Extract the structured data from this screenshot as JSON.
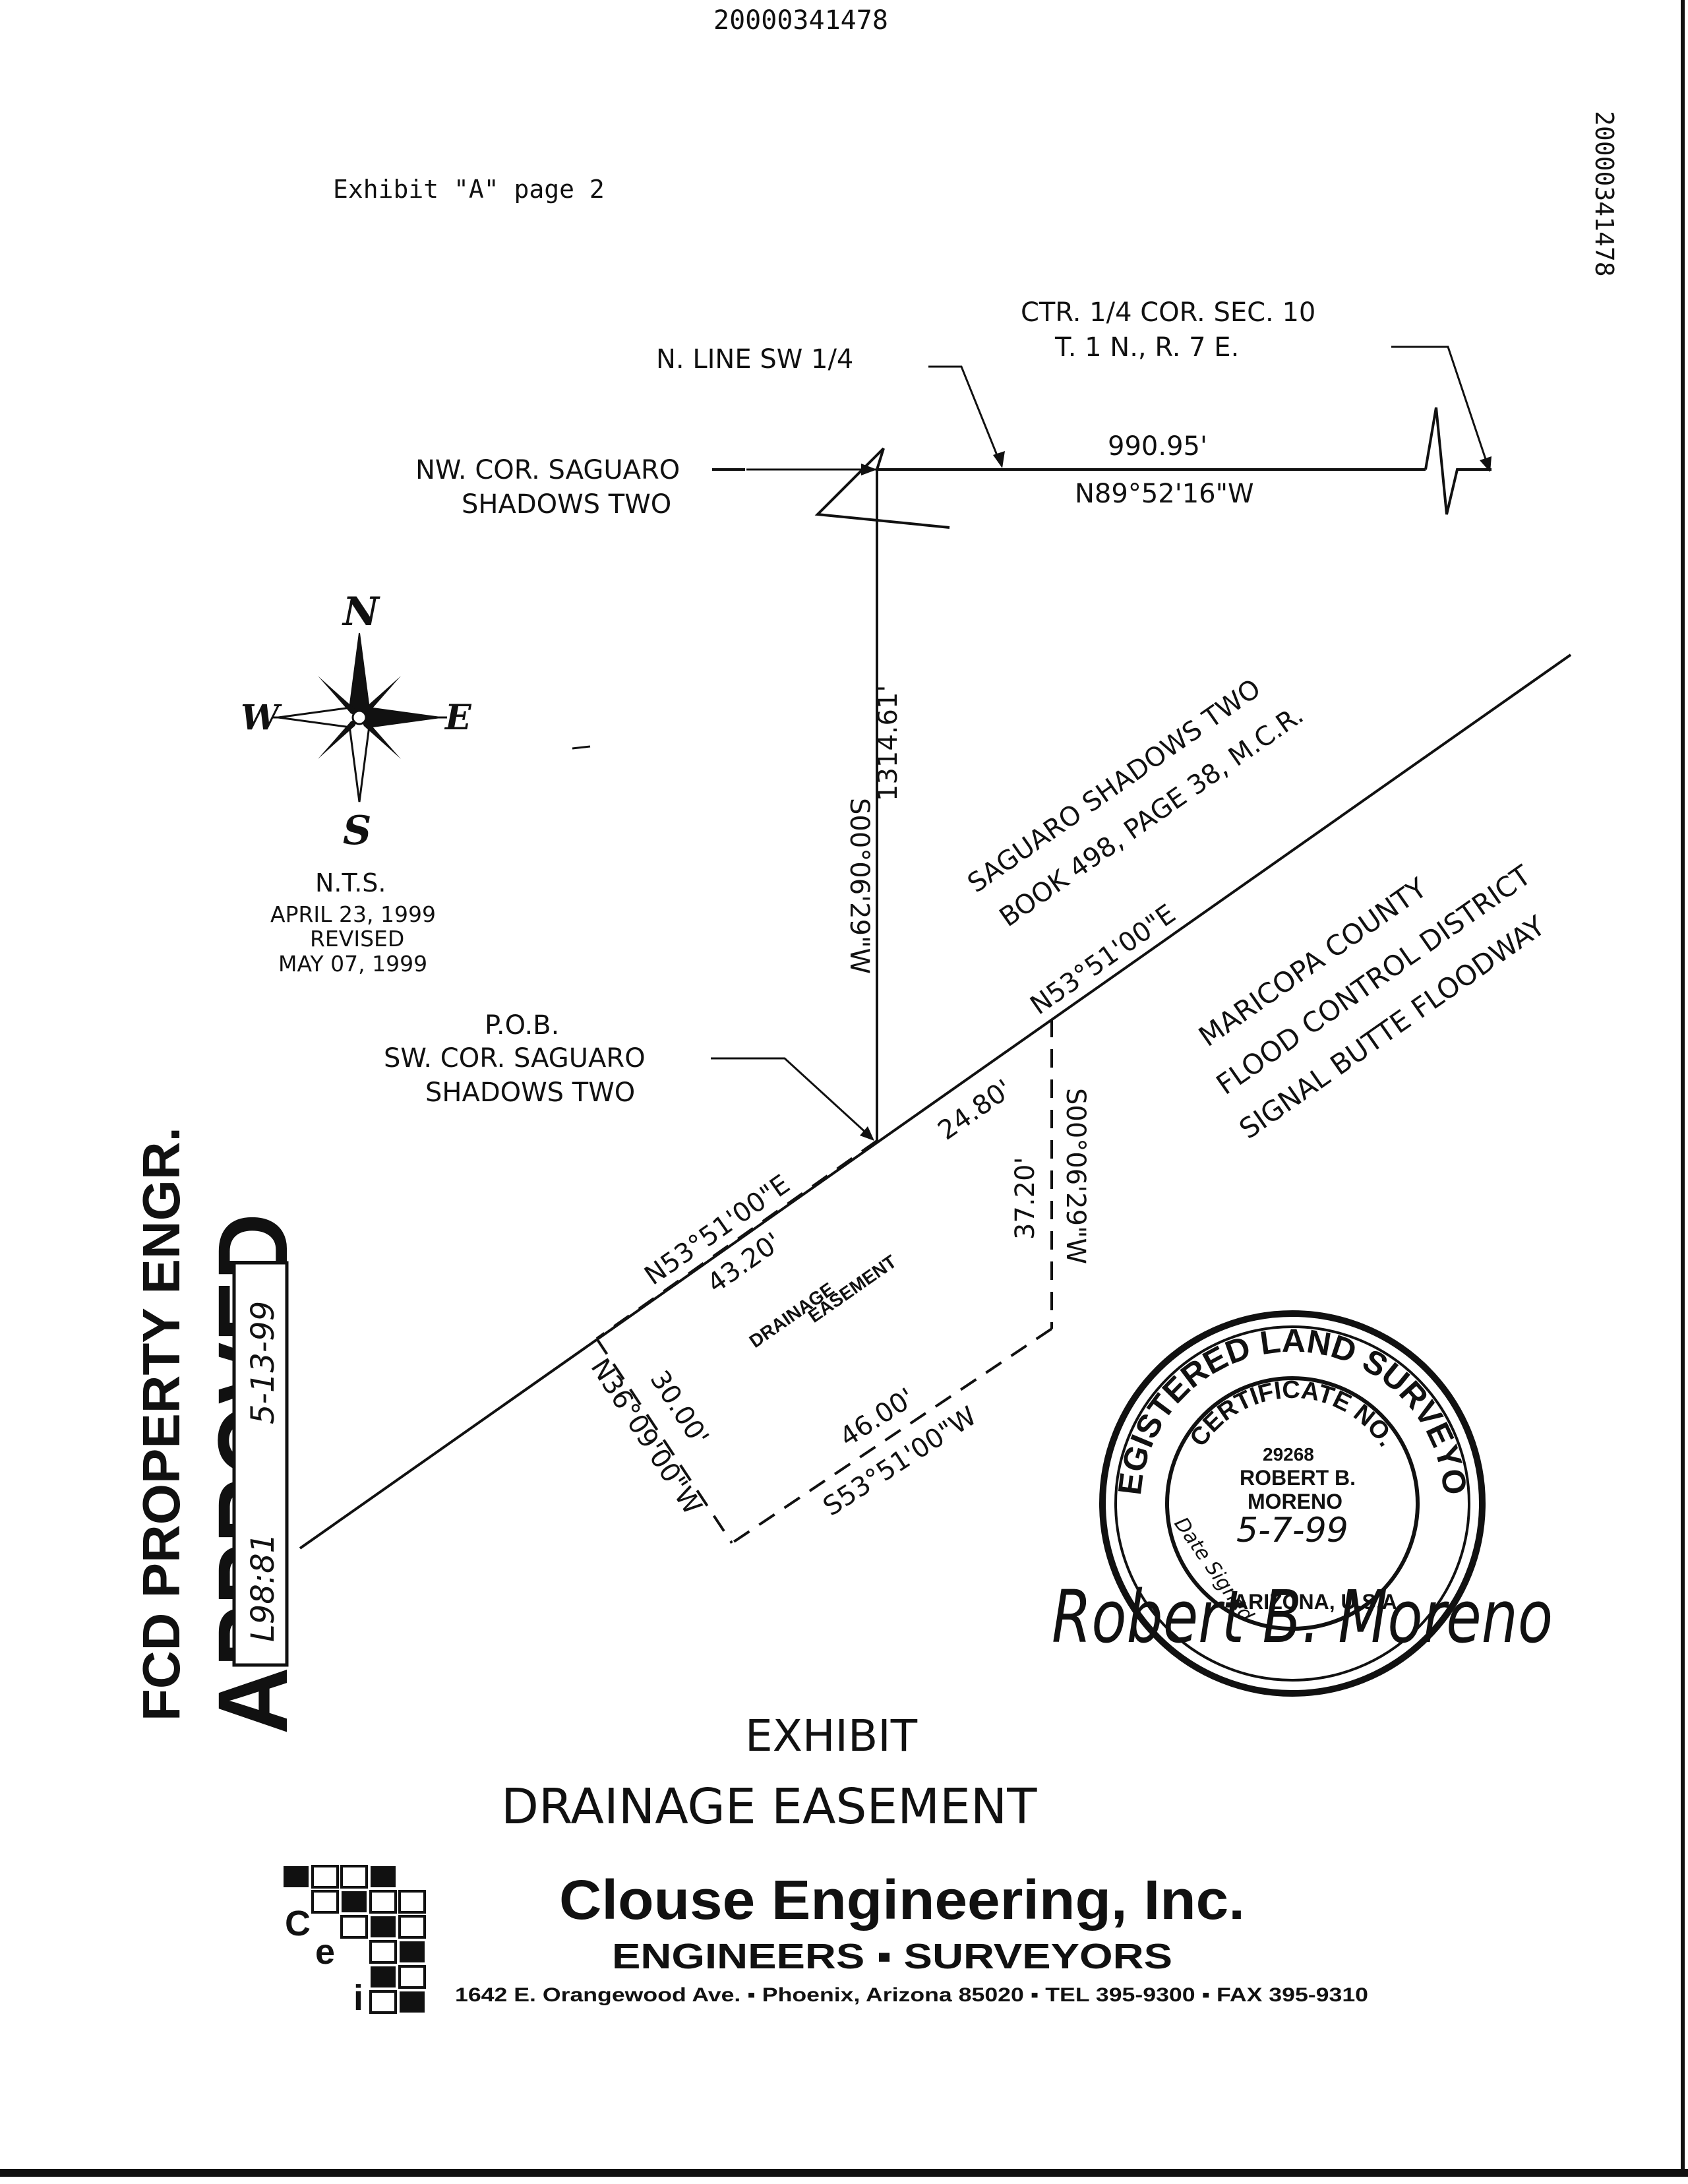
{
  "document": {
    "doc_number": "20000341478",
    "side_number": "20000341478",
    "header": "Exhibit \"A\" page 2"
  },
  "labels": {
    "ctr_cor_1": "CTR. 1/4 COR. SEC. 10",
    "ctr_cor_2": "T. 1 N., R. 7 E.",
    "n_line": "N. LINE SW 1/4",
    "nw_cor_1": "NW. COR. SAGUARO",
    "nw_cor_2": "SHADOWS TWO",
    "pob_1": "P.O.B.",
    "pob_2": "SW. COR. SAGUARO",
    "pob_3": "SHADOWS TWO",
    "saguaro_1": "SAGUARO SHADOWS TWO",
    "saguaro_2": "BOOK 498, PAGE 38, M.C.R.",
    "maricopa_1": "MARICOPA COUNTY",
    "maricopa_2": "FLOOD CONTROL DISTRICT",
    "maricopa_3": "SIGNAL   BUTTE   FLOODWAY",
    "easement_1": "DRAINAGE",
    "easement_2": "EASEMENT"
  },
  "bearings": {
    "top_distance": "990.95'",
    "top_bearing": "N89°52'16\"W",
    "vert_bearing": "S00°06'29\"W",
    "vert_distance": "1314.61'",
    "diag_bearing": "N53°51'00\"E",
    "seg_2480": "24.80'",
    "seg_3720": "37.20'",
    "right_bearing": "S00°06'29\"W",
    "left_bearing": "N53°51'00\"E",
    "left_distance": "43.20'",
    "sw_bearing": "N36°09'00\"W",
    "sw_distance": "30.00'",
    "bottom_distance": "46.00'",
    "bottom_bearing": "S53°51'00\"W"
  },
  "compass": {
    "n": "N",
    "s": "S",
    "e": "E",
    "w": "W",
    "scale": "N.T.S.",
    "date1": "APRIL 23, 1999",
    "revised": "REVISED",
    "date2": "MAY 07, 1999"
  },
  "stamp": {
    "line1": "FCD PROPERTY ENGR.",
    "line2": "APPROVED",
    "handwritten_1": "L98:81",
    "handwritten_2": "5-13-99"
  },
  "seal": {
    "outer": "REGISTERED LAND SURVEYOR",
    "inner": "CERTIFICATE NO.",
    "number": "29268",
    "name1": "ROBERT B.",
    "name2": "MORENO",
    "date": "5-7-99",
    "date_signed": "Date Signed",
    "state": "ARIZONA, U.S.A.",
    "signature": "Robert B. Moreno"
  },
  "title": {
    "line1": "EXHIBIT",
    "line2": "DRAINAGE EASEMENT"
  },
  "company": {
    "name": "Clouse Engineering, Inc.",
    "tagline": "ENGINEERS ▪ SURVEYORS",
    "address": "1642 E. Orangewood Ave. ▪ Phoenix, Arizona 85020 ▪ TEL 395-9300 ▪ FAX 395-9310",
    "logo_letters": [
      "C",
      "e",
      "i"
    ]
  }
}
